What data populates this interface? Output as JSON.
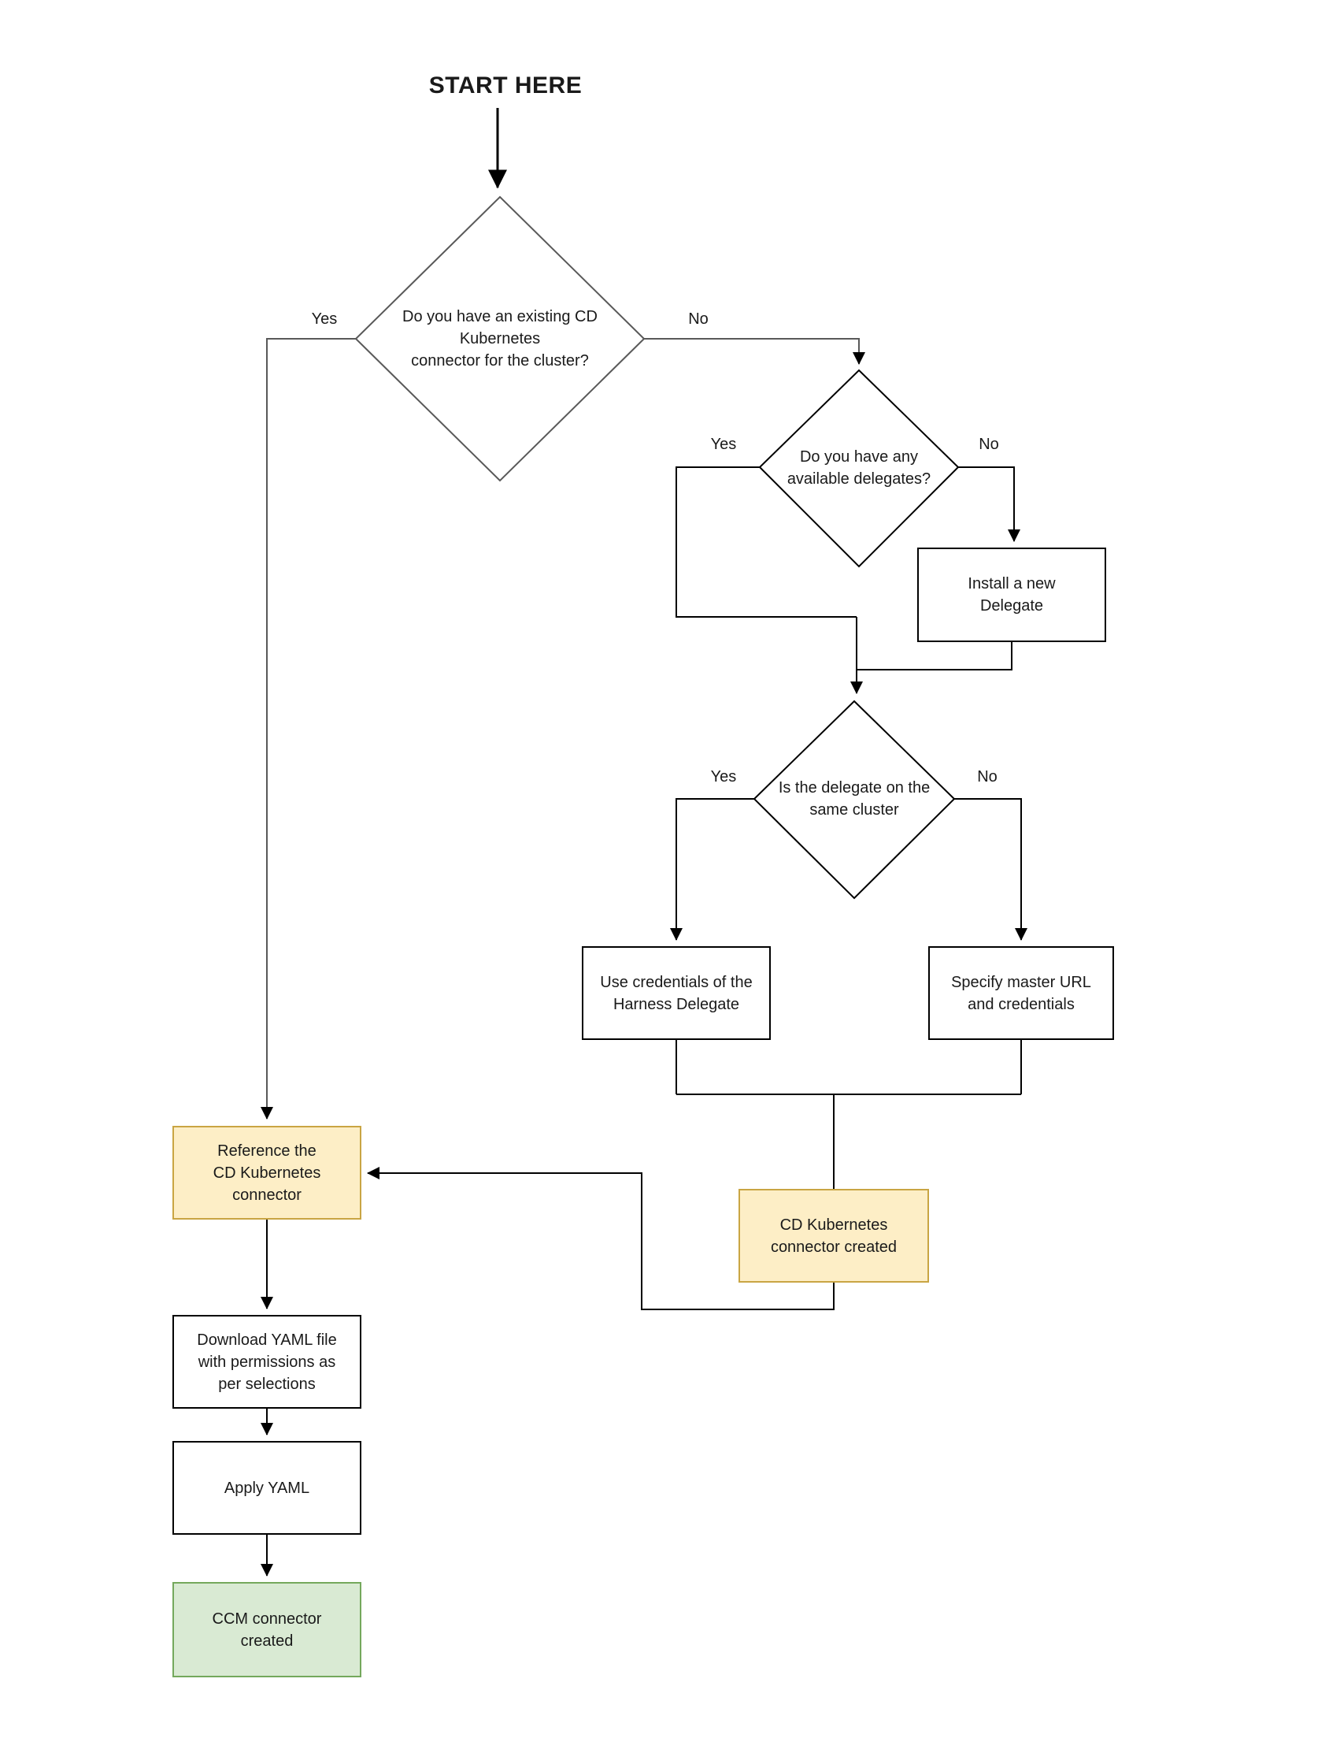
{
  "title": "START HERE",
  "labels": {
    "yes": "Yes",
    "no": "No"
  },
  "nodes": {
    "q_existing_connector": "Do you have an existing CD\nKubernetes\nconnector for the cluster?",
    "q_available_delegates": "Do you have any\navailable delegates?",
    "q_same_cluster": "Is the delegate on the\nsame cluster",
    "install_delegate": "Install a new\nDelegate",
    "use_credentials": "Use credentials of the\nHarness Delegate",
    "specify_master_url": "Specify master URL\nand credentials",
    "cd_connector_created": "CD Kubernetes\nconnector created",
    "reference_connector": "Reference the\nCD Kubernetes\nconnector",
    "download_yaml": "Download YAML file\nwith permissions as\nper selections",
    "apply_yaml": "Apply YAML",
    "ccm_connector_created": "CCM connector\ncreated"
  },
  "colors": {
    "background": "#ffffff",
    "line": "#000000",
    "decision_outline": "#595959",
    "process_fill": "#ffffff",
    "process_stroke": "#000000",
    "highlight_fill": "#fdeec6",
    "highlight_stroke": "#c9a543",
    "success_fill": "#d9ead3",
    "success_stroke": "#74a85c",
    "text": "#1a1a1a"
  }
}
